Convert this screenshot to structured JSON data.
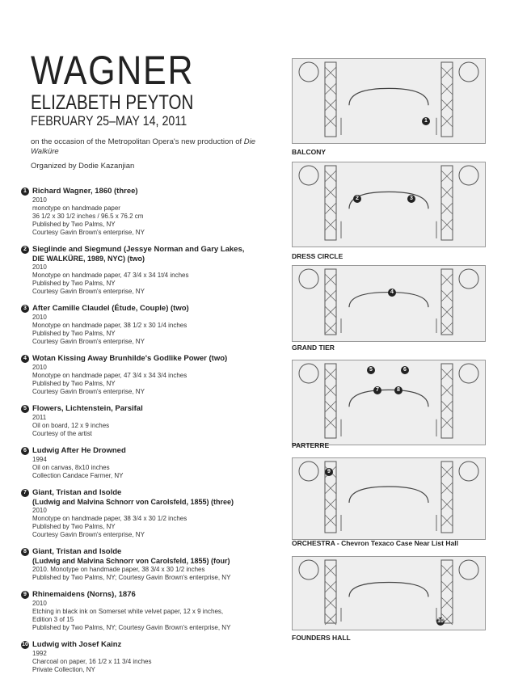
{
  "header": {
    "title": "WAGNER",
    "artist": "ELIZABETH PEYTON",
    "dates": "FEBRUARY 25–MAY 14, 2011",
    "occasion_a": "on the occasion of the Metropolitan Opera's new production of",
    "occasion_b": "Die Walküre",
    "organized": "Organized by Dodie Kazanjian"
  },
  "works": [
    {
      "n": "1",
      "title": "Richard Wagner, 1860 (three)",
      "sub": "",
      "lines": [
        "2010",
        "monotype on handmade paper",
        "36 1/2 x 30 1/2 inches / 96.5 x 76.2 cm",
        "Published by Two Palms, NY",
        "Courtesy Gavin Brown's enterprise, NY"
      ]
    },
    {
      "n": "2",
      "title": "Sieglinde and Siegmund (Jessye Norman and Gary Lakes,",
      "sub": "DIE WALKÜRE, 1989, NYC) (two)",
      "lines": [
        "2010",
        "Monotype on handmade paper, 47 3/4 x 34 1t/4 inches",
        "Published by Two Palms, NY",
        "Courtesy Gavin Brown's enterprise, NY"
      ]
    },
    {
      "n": "3",
      "title": "After Camille Claudel (Étude, Couple) (two)",
      "sub": "",
      "lines": [
        "2010",
        "Monotype on handmade paper, 38 1/2 x 30 1/4 inches",
        "Published by Two Palms, NY",
        "Courtesy Gavin Brown's enterprise, NY"
      ]
    },
    {
      "n": "4",
      "title": "Wotan Kissing Away Brunhilde's Godlike Power (two)",
      "sub": "",
      "lines": [
        "2010",
        "Monotype on handmade paper, 47 3/4 x 34 3/4 inches",
        "Published by Two Palms, NY",
        "Courtesy Gavin Brown's enterprise, NY"
      ]
    },
    {
      "n": "5",
      "title": "Flowers, Lichtenstein, Parsifal",
      "sub": "",
      "lines": [
        "2011",
        "Oil on board, 12 x 9 inches",
        "Courtesy of the artist"
      ]
    },
    {
      "n": "6",
      "title": "Ludwig After He Drowned",
      "sub": "",
      "lines": [
        "1994",
        "Oil on canvas, 8x10 inches",
        "Collection Candace Farmer, NY"
      ]
    },
    {
      "n": "7",
      "title": "Giant, Tristan and Isolde",
      "sub": "(Ludwig and Malvina Schnorr von Carolsfeld, 1855) (three)",
      "lines": [
        "2010",
        "Monotype on handmade paper, 38 3/4 x 30 1/2 inches",
        "Published by Two Palms, NY",
        "Courtesy Gavin Brown's enterprise, NY"
      ]
    },
    {
      "n": "8",
      "title": "Giant, Tristan and Isolde",
      "sub": "(Ludwig and Malvina Schnorr von Carolsfeld, 1855) (four)",
      "lines": [
        "2010. Monotype on handmade paper, 38 3/4 x 30 1/2 inches",
        "Published by Two Palms, NY; Courtesy Gavin Brown's enterprise, NY"
      ]
    },
    {
      "n": "9",
      "title": "Rhinemaidens (Norns), 1876",
      "sub": "",
      "lines": [
        "2010",
        "Etching in black ink on Somerset white velvet paper, 12 x 9 inches,",
        "Edition 3 of 15",
        "Published by Two Palms, NY; Courtesy Gavin Brown's enterprise, NY"
      ]
    },
    {
      "n": "10",
      "title": "Ludwig with Josef Kainz",
      "sub": "",
      "lines": [
        "1992",
        "Charcoal on paper, 16 1/2 x 11 3/4 inches",
        "Private Collection, NY"
      ]
    }
  ],
  "plans": [
    {
      "caption": "BALCONY",
      "markers": [
        "1"
      ]
    },
    {
      "caption": "DRESS CIRCLE",
      "markers": [
        "2",
        "3"
      ]
    },
    {
      "caption": "GRAND TIER",
      "markers": [
        "4"
      ]
    },
    {
      "caption": "PARTERRE",
      "markers": [
        "5",
        "6",
        "7",
        "8"
      ]
    },
    {
      "caption": "ORCHESTRA - Chevron Texaco Case Near List Hall",
      "markers": [
        "9"
      ]
    },
    {
      "caption": "FOUNDERS HALL",
      "markers": [
        "10"
      ]
    }
  ]
}
